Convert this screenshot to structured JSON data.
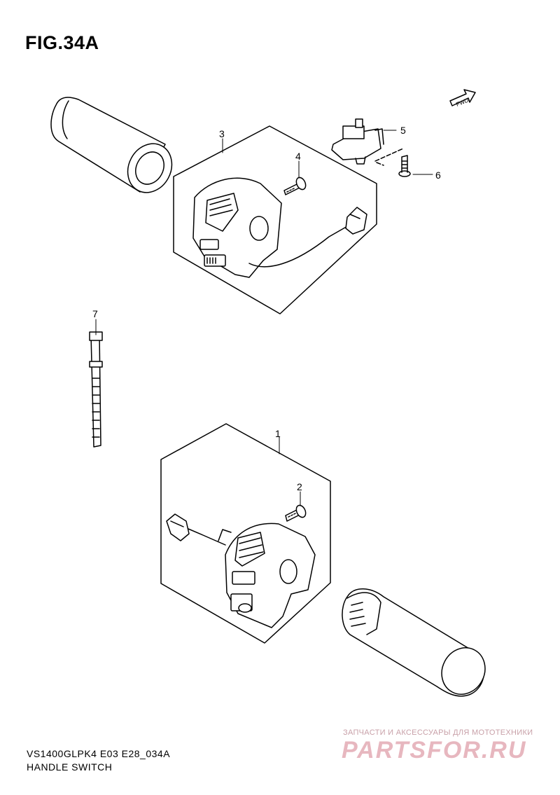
{
  "figure": {
    "title": "FIG.34A",
    "model_code": "VS1400GLPK4 E03 E28_034A",
    "name": "HANDLE SWITCH"
  },
  "fwd_label": "FWD",
  "callouts": [
    "1",
    "2",
    "3",
    "4",
    "5",
    "6",
    "7"
  ],
  "watermark": {
    "tagline": "ЗАПЧАСТИ И АКСЕССУАРЫ ДЛЯ МОТОТЕХНИКИ",
    "logo": "PARTSFOR.RU"
  }
}
